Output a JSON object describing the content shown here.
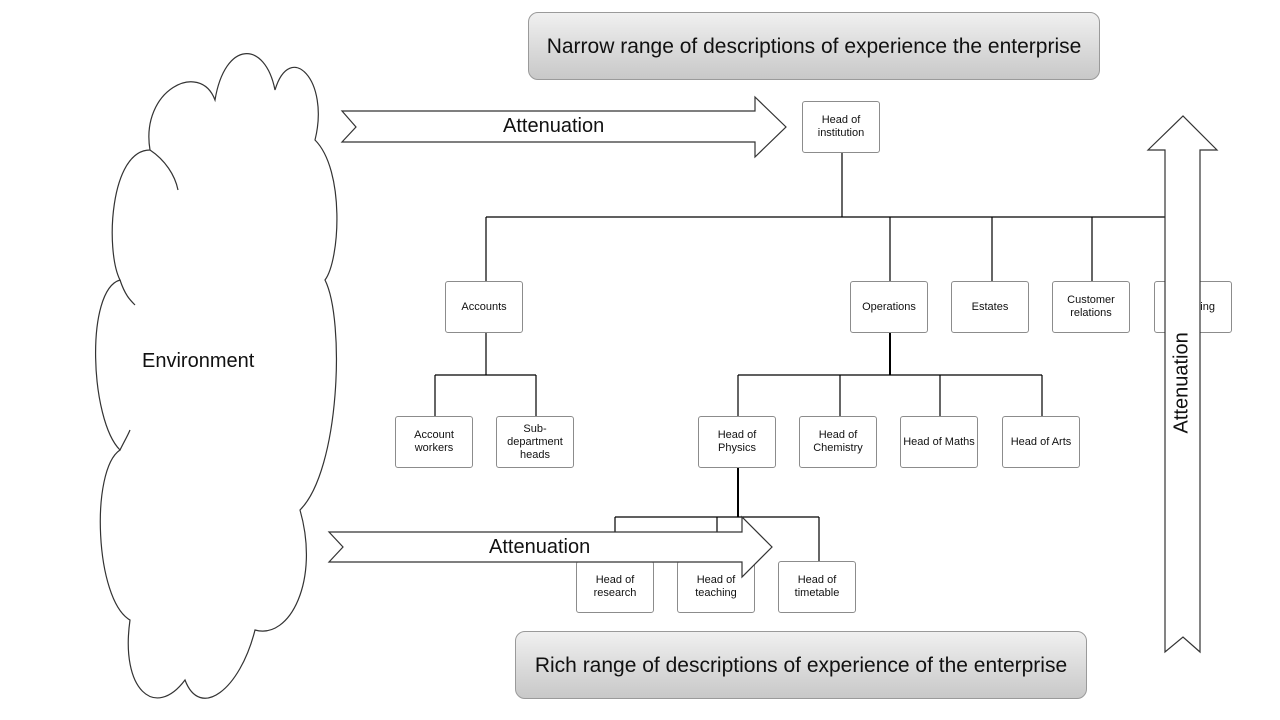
{
  "banners": {
    "top": "Narrow range of descriptions of experience the enterprise",
    "bottom": "Rich range of descriptions of experience of the enterprise"
  },
  "environment": "Environment",
  "arrows": {
    "top": "Attenuation",
    "bottom": "Attenuation",
    "vertical": "Attenuation"
  },
  "nodes": {
    "head_institution": "Head of institution",
    "accounts": "Accounts",
    "operations": "Operations",
    "estates": "Estates",
    "customer_relations": "Customer relations",
    "partial_box": "of ing",
    "account_workers": "Account workers",
    "subdept_heads": "Sub-department heads",
    "head_physics": "Head of Physics",
    "head_chemistry": "Head of Chemistry",
    "head_maths": "Head of Maths",
    "head_arts": "Head of Arts",
    "head_research": "Head of research",
    "head_teaching": "Head of teaching",
    "head_timetable": "Head of timetable"
  }
}
